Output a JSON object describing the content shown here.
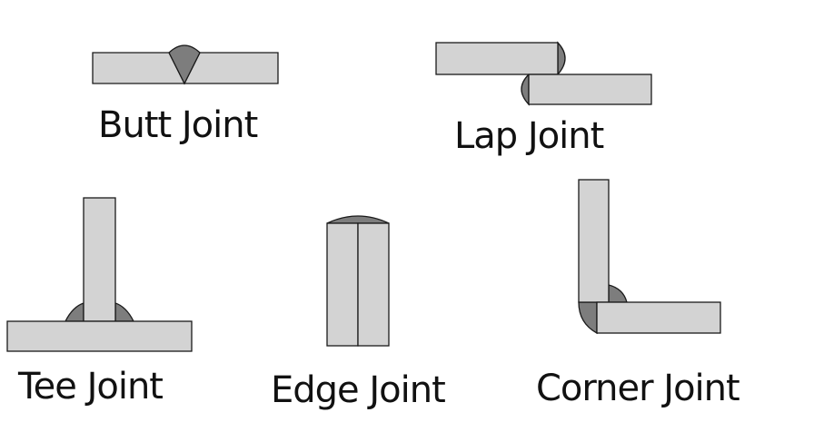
{
  "joints": {
    "butt": {
      "label": "Butt Joint"
    },
    "lap": {
      "label": "Lap Joint"
    },
    "tee": {
      "label": "Tee Joint"
    },
    "edge": {
      "label": "Edge Joint"
    },
    "corner": {
      "label": "Corner Joint"
    }
  },
  "colors": {
    "plate": "#d3d3d3",
    "weld": "#7d7d7d",
    "outline": "#1a1a1a",
    "text": "#111111",
    "background": "#ffffff"
  }
}
